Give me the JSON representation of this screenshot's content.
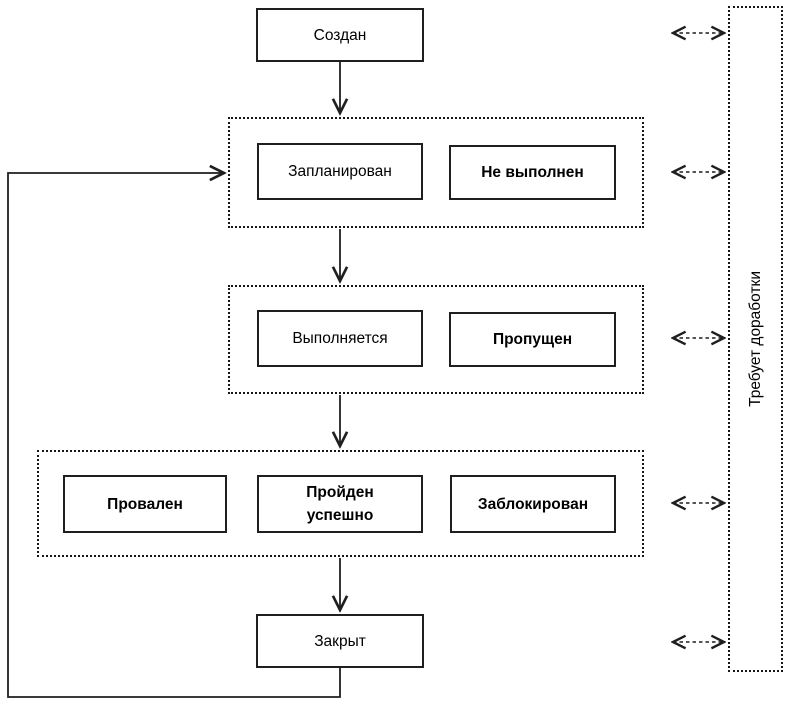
{
  "nodes": {
    "created": "Создан",
    "planned": "Запланирован",
    "not_executed": "Не выполнен",
    "in_progress": "Выполняется",
    "skipped": "Пропущен",
    "failed": "Провален",
    "passed": "Пройден успешно",
    "blocked": "Заблокирован",
    "closed": "Закрыт",
    "needs_rework": "Требует доработки"
  },
  "colors": {
    "line": "#1f1f1f",
    "background": "#ffffff"
  }
}
